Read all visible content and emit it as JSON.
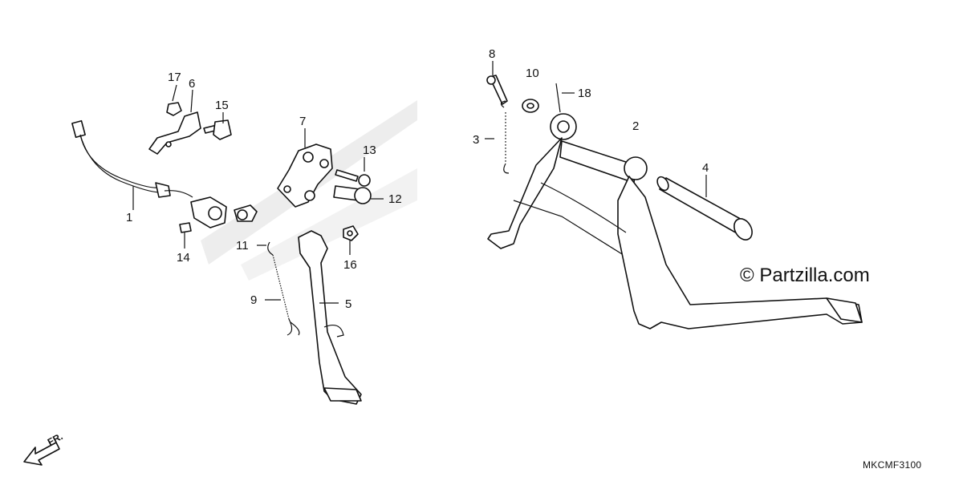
{
  "diagram": {
    "callouts": {
      "c1": "1",
      "c2": "2",
      "c3": "3",
      "c4": "4",
      "c5": "5",
      "c6": "6",
      "c7": "7",
      "c8": "8",
      "c9": "9",
      "c10": "10",
      "c11": "11",
      "c12": "12",
      "c13": "13",
      "c14": "14",
      "c15": "15",
      "c16": "16",
      "c17": "17",
      "c18": "18"
    },
    "direction_label": "FR.",
    "watermark": "© Partzilla.com",
    "diagram_code": "MKCMF3100"
  }
}
